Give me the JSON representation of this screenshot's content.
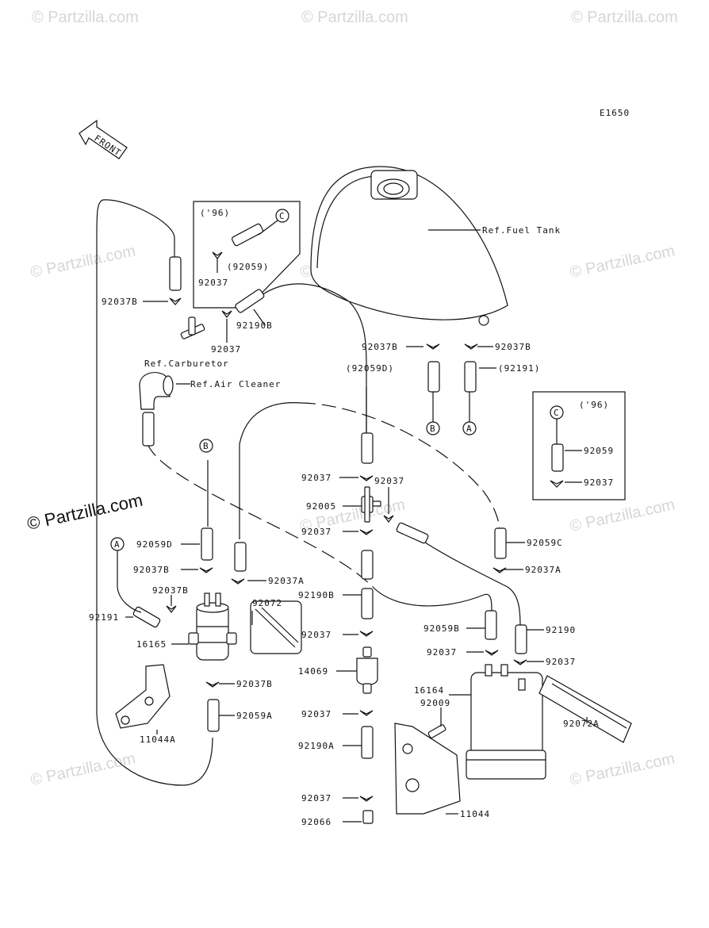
{
  "diagram_code": "E1650",
  "front_label": "FRONT",
  "watermark_text": "© Partzilla.com",
  "inset_year": "('96)",
  "refs": {
    "fuel_tank": "Ref.Fuel Tank",
    "carburetor": "Ref.Carburetor",
    "air_cleaner": "Ref.Air Cleaner"
  },
  "markers": {
    "a": "A",
    "b": "B",
    "c": "C"
  },
  "labels": {
    "p92059_inset_left": "(92059)",
    "p92037_inset_left": "92037",
    "p92037b_1": "92037B",
    "p92190b_1": "92190B",
    "p92037_2": "92037",
    "p92037b_2": "92037B",
    "p92037b_3": "92037B",
    "p92059d": "(92059D)",
    "p92191_1": "(92191)",
    "p92059_inset_right": "92059",
    "p92037_inset_right": "92037",
    "p92037_3": "92037",
    "p92037_4": "92037",
    "p92005": "92005",
    "p92037_5": "92037",
    "p92059c": "92059C",
    "p92037a_1": "92037A",
    "p92059d_2": "92059D",
    "p92037b_4": "92037B",
    "p92037a_2": "92037A",
    "p92037b_5": "92037B",
    "p92191_2": "92191",
    "p92072": "92072",
    "p16165": "16165",
    "p92190b_2": "92190B",
    "p92059b": "92059B",
    "p92190": "92190",
    "p92037_6": "92037",
    "p92037_7": "92037",
    "p92037_8": "92037",
    "p14069": "14069",
    "p92037b_6": "92037B",
    "p92059a": "92059A",
    "p16164": "16164",
    "p92009": "92009",
    "p11044a": "11044A",
    "p92037_9": "92037",
    "p92190a": "92190A",
    "p92037_10": "92037",
    "p92066": "92066",
    "p11044": "11044",
    "p92072a": "92072A"
  }
}
